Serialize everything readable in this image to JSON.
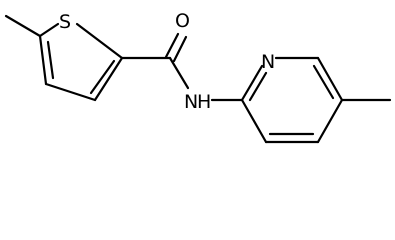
{
  "diagram": {
    "atoms": {
      "sulfur": "S",
      "oxygen": "O",
      "nitrogen_pyridine": "N",
      "nitrogen_amide": "N",
      "hydrogen_amide": "H"
    },
    "colors": {
      "bond": "#000000",
      "label": "#000000",
      "background": "#ffffff"
    }
  }
}
